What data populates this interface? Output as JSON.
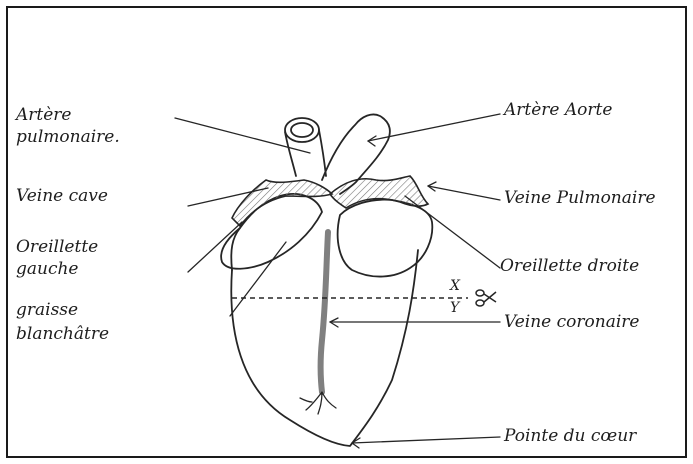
{
  "labels": {
    "artere_pulmonaire": "Artère pulmonaire.",
    "veine_cave": "Veine cave",
    "oreillette_gauche": "Oreillette gauche",
    "graisse_blanchatre": "graisse blanchâtre",
    "artere_aorte": "Artère Aorte",
    "veine_pulmonaire": "Veine Pulmonaire",
    "oreillette_droite": "Oreillette droite",
    "veine_coronaire": "Veine coronaire",
    "pointe_du_coeur": "Pointe du cœur",
    "cut_x": "X",
    "cut_y": "Y"
  },
  "icons": {
    "scissors": "scissors-icon"
  },
  "colors": {
    "ink": "#262626",
    "hatch": "#7a7a7a",
    "vein": "#808080"
  }
}
